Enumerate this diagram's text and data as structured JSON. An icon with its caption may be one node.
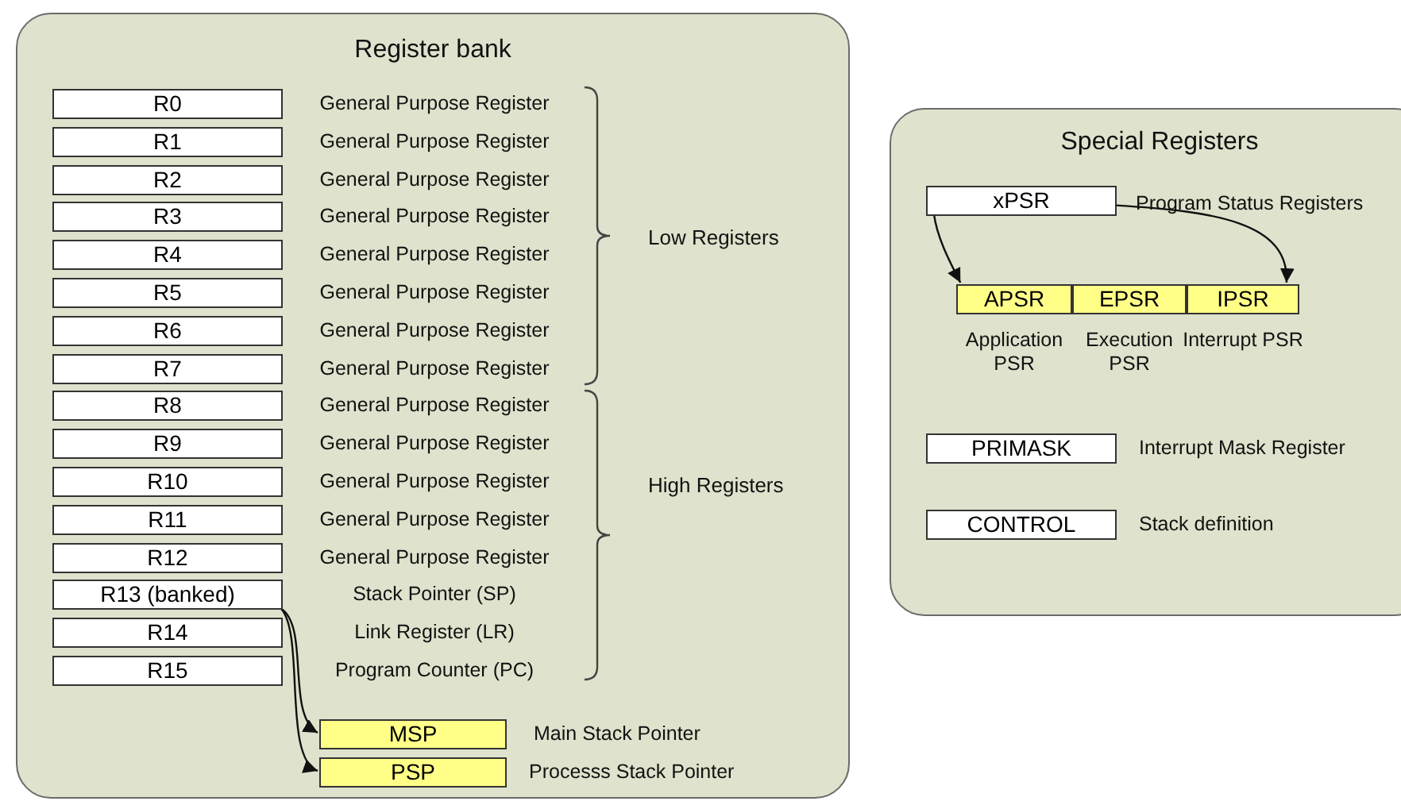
{
  "diagram": {
    "nodes": [
      {
        "text": [
          "Register bank"
        ]
      },
      {
        "text": [
          "R0"
        ],
        "in": 0,
        "beside": [
          "General Purpose Register"
        ]
      },
      {
        "text": [
          "R1"
        ],
        "in": 0,
        "beside": [
          "General Purpose Register"
        ]
      },
      {
        "text": [
          "R2"
        ],
        "in": 0,
        "beside": [
          "General Purpose Register"
        ]
      },
      {
        "text": [
          "R3"
        ],
        "in": 0,
        "beside": [
          "General Purpose Register"
        ]
      },
      {
        "text": [
          "R4"
        ],
        "in": 0,
        "beside": [
          "General Purpose Register"
        ]
      },
      {
        "text": [
          "R5"
        ],
        "in": 0,
        "beside": [
          "General Purpose Register"
        ]
      },
      {
        "text": [
          "R6"
        ],
        "in": 0,
        "beside": [
          "General Purpose Register"
        ]
      },
      {
        "text": [
          "R7"
        ],
        "in": 0,
        "beside": [
          "General Purpose Register"
        ]
      },
      {
        "text": [
          "R8"
        ],
        "in": 0,
        "beside": [
          "General Purpose Register"
        ]
      },
      {
        "text": [
          "R9"
        ],
        "in": 0,
        "beside": [
          "General Purpose Register"
        ]
      },
      {
        "text": [
          "R10"
        ],
        "in": 0,
        "beside": [
          "General Purpose Register"
        ]
      },
      {
        "text": [
          "R11"
        ],
        "in": 0,
        "beside": [
          "General Purpose Register"
        ]
      },
      {
        "text": [
          "R12"
        ],
        "in": 0,
        "beside": [
          "General Purpose Register"
        ]
      },
      {
        "text": [
          "R13 (banked)"
        ],
        "in": 0,
        "beside": [
          "Stack Pointer (SP)"
        ]
      },
      {
        "text": [
          "R14"
        ],
        "in": 0,
        "beside": [
          "Link Register (LR)"
        ]
      },
      {
        "text": [
          "R15"
        ],
        "in": 0,
        "beside": [
          "Program Counter (PC)"
        ]
      },
      {
        "text": [
          "MSP"
        ],
        "in": 0,
        "beside": [
          "Main Stack Pointer"
        ]
      },
      {
        "text": [
          "PSP"
        ],
        "in": 0,
        "beside": [
          "Processs Stack Pointer"
        ]
      },
      {
        "text": [
          "Special Registers"
        ]
      },
      {
        "text": [
          "xPSR"
        ],
        "in": 19,
        "beside": [
          "Program Status Registers"
        ]
      },
      {
        "text": [
          "APSR"
        ],
        "in": 19,
        "beside": [
          "Application PSR"
        ]
      },
      {
        "text": [
          "EPSR"
        ],
        "in": 19,
        "beside": [
          "Execution PSR"
        ]
      },
      {
        "text": [
          "IPSR"
        ],
        "in": 19,
        "beside": [
          "Interrupt PSR"
        ]
      },
      {
        "text": [
          "PRIMASK"
        ],
        "in": 19,
        "beside": [
          "Interrupt Mask Register"
        ]
      },
      {
        "text": [
          "CONTROL"
        ],
        "in": 19,
        "beside": [
          "Stack definition"
        ]
      }
    ],
    "edges": [
      {
        "from": 14,
        "to": 17,
        "arrow": "to"
      },
      {
        "from": 14,
        "to": 18,
        "arrow": "to"
      },
      {
        "from": 20,
        "to": 21,
        "arrow": "to"
      },
      {
        "from": 20,
        "to": 23,
        "arrow": "to"
      }
    ],
    "labels": [
      "Low Registers",
      "High Registers"
    ]
  }
}
